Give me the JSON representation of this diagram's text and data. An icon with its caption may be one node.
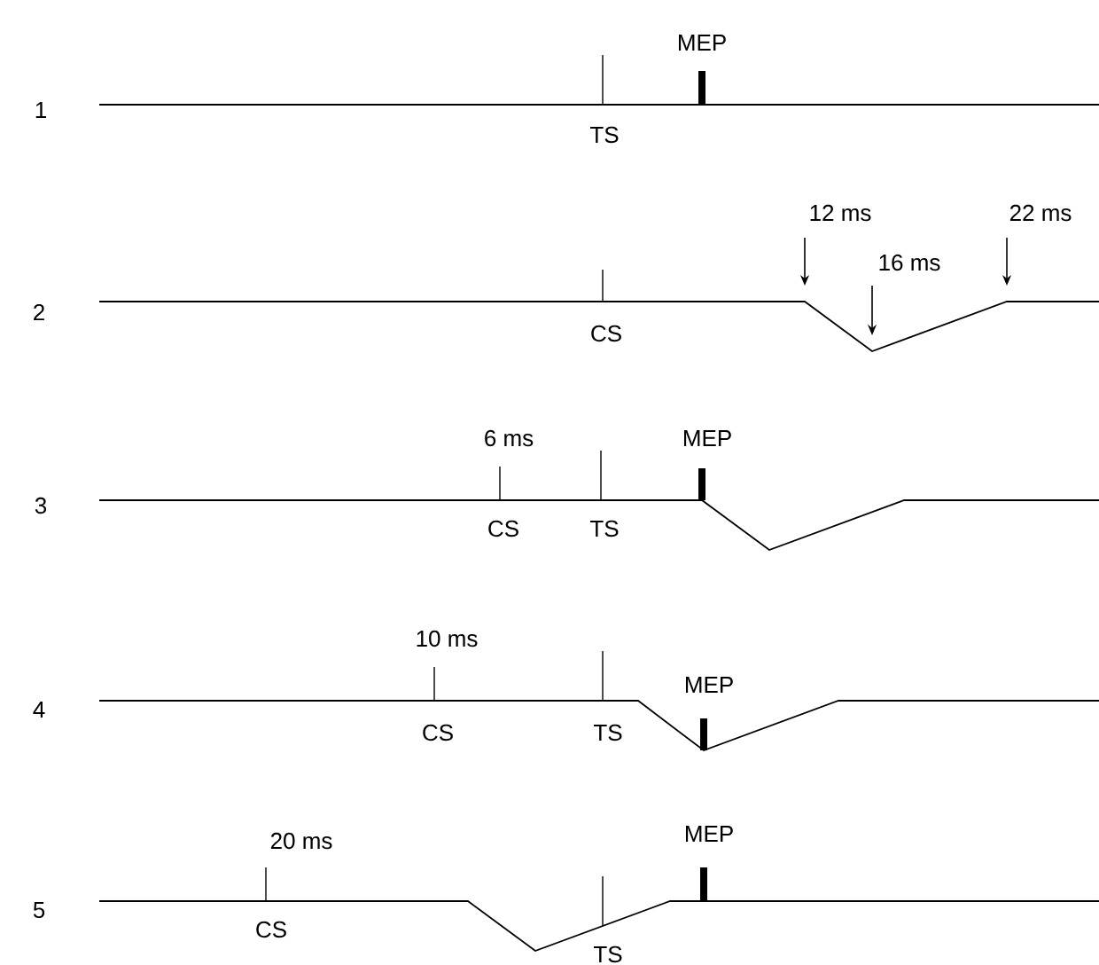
{
  "diagram": {
    "labels": [
      "MEP",
      "1",
      "TS",
      "12 ms",
      "22 ms",
      "16 ms",
      "2",
      "CS",
      "6 ms",
      "MEP",
      "3",
      "CS",
      "TS",
      "10 ms",
      "4",
      "MEP",
      "CS",
      "TS",
      "20 ms",
      "MEP",
      "5",
      "CS",
      "TS"
    ]
  }
}
